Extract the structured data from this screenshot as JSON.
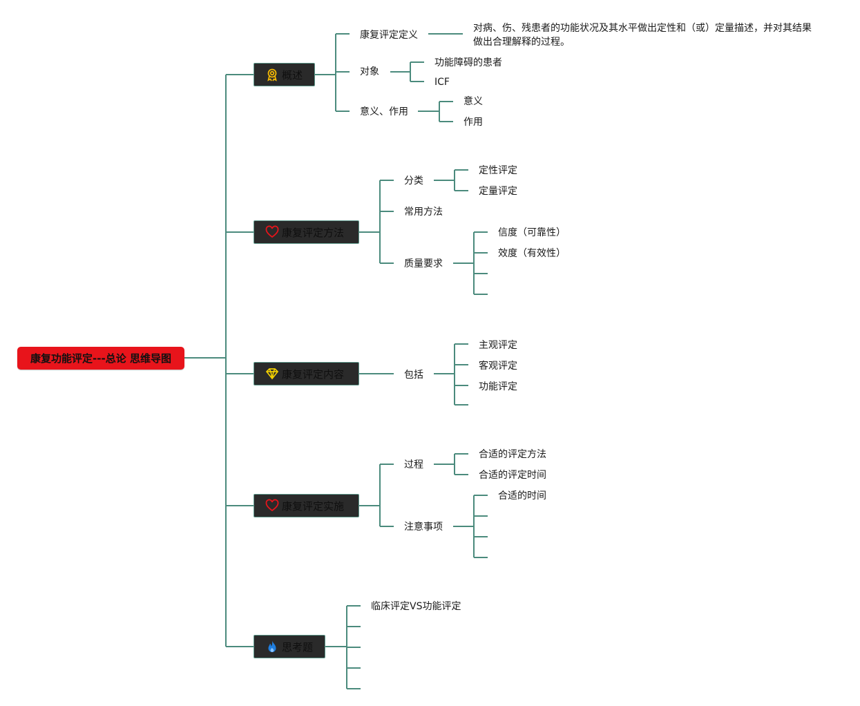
{
  "root": {
    "label": "康复功能评定---总论 思维导图",
    "color": "#e8141b"
  },
  "line_color": "#4a8a7c",
  "branches": [
    {
      "label": "概述",
      "icon": "ribbon-award-icon",
      "icon_color": "#f2b705",
      "children": [
        {
          "label": "康复评定定义",
          "children": [
            {
              "label": "对病、伤、残患者的功能状况及其水平做出定性和（或）定量描述，并对其结果做出合理解释的过程。"
            }
          ]
        },
        {
          "label": "对象",
          "children": [
            {
              "label": "功能障碍的患者"
            },
            {
              "label": "ICF"
            }
          ]
        },
        {
          "label": "意义、作用",
          "children": [
            {
              "label": "意义"
            },
            {
              "label": "作用"
            }
          ]
        }
      ]
    },
    {
      "label": "康复评定方法",
      "icon": "heart-icon",
      "icon_color": "#e8141b",
      "children": [
        {
          "label": "分类",
          "children": [
            {
              "label": "定性评定"
            },
            {
              "label": "定量评定"
            }
          ]
        },
        {
          "label": "常用方法",
          "children": []
        },
        {
          "label": "质量要求",
          "children": [
            {
              "label": "信度（可靠性）"
            },
            {
              "label": "效度（有效性）"
            },
            {
              "label": ""
            },
            {
              "label": ""
            }
          ]
        }
      ]
    },
    {
      "label": "康复评定内容",
      "icon": "diamond-icon",
      "icon_color": "#f2d000",
      "children": [
        {
          "label": "包括",
          "children": [
            {
              "label": "主观评定"
            },
            {
              "label": "客观评定"
            },
            {
              "label": "功能评定"
            },
            {
              "label": ""
            }
          ]
        }
      ]
    },
    {
      "label": "康复评定实施",
      "icon": "heart-icon",
      "icon_color": "#e8141b",
      "children": [
        {
          "label": "过程",
          "children": [
            {
              "label": "合适的评定方法"
            },
            {
              "label": "合适的评定时间"
            }
          ]
        },
        {
          "label": "注意事项",
          "children": [
            {
              "label": "合适的时间"
            },
            {
              "label": ""
            },
            {
              "label": ""
            },
            {
              "label": ""
            }
          ]
        }
      ]
    },
    {
      "label": "思考题",
      "icon": "flame-icon",
      "icon_color": "#1f7fe0",
      "children": [
        {
          "label": "临床评定VS功能评定"
        },
        {
          "label": ""
        },
        {
          "label": ""
        },
        {
          "label": ""
        },
        {
          "label": ""
        }
      ]
    }
  ]
}
